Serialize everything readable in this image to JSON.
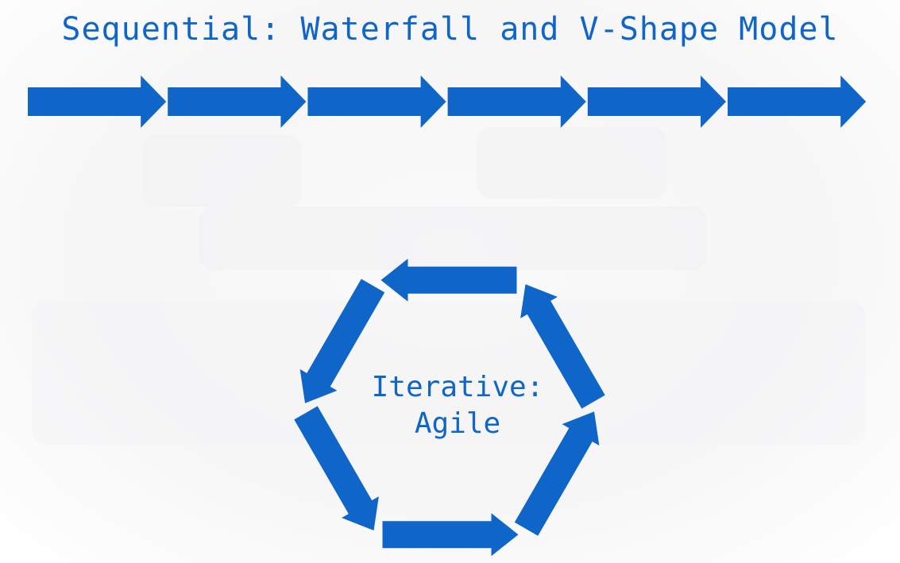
{
  "title": "Sequential: Waterfall and V-Shape Model",
  "cycle_label": {
    "line1": "Iterative:",
    "line2": "Agile"
  },
  "sequential_arrow_count": 6,
  "cycle_arrow_count": 6,
  "colors": {
    "accent": "#0f66c8",
    "background": "#ffffff"
  }
}
